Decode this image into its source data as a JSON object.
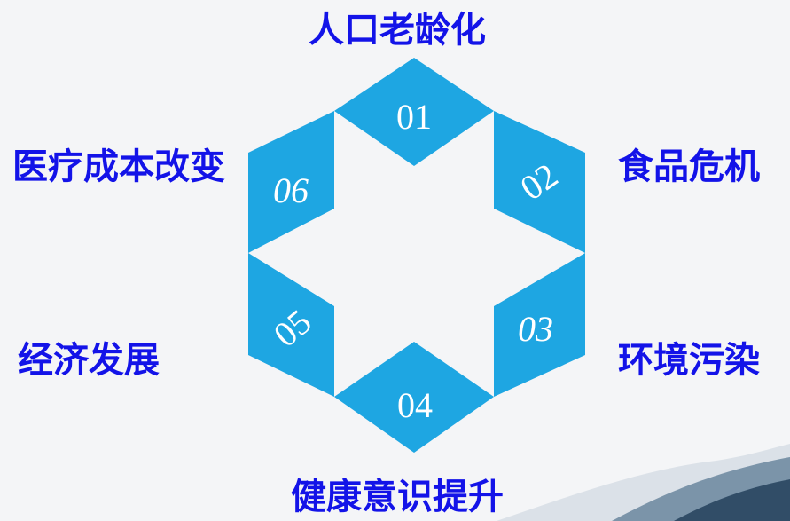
{
  "diagram": {
    "labels": {
      "top": "人口老龄化",
      "upper_right": "食品危机",
      "lower_right": "环境污染",
      "bottom": "健康意识提升",
      "lower_left": "经济发展",
      "upper_left": "医疗成本改变"
    },
    "numbers": [
      "01",
      "02",
      "03",
      "04",
      "05",
      "06"
    ]
  },
  "colors": {
    "segment": "#1ea6e2",
    "label": "#1313e8",
    "number": "#ffffff",
    "background": "#f4f5f7"
  }
}
